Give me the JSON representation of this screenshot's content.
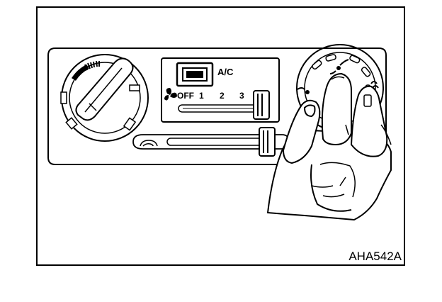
{
  "figure": {
    "ac_label": "A/C",
    "fan_off_label": "OFF",
    "fan_speeds": [
      "1",
      "2",
      "3"
    ],
    "figure_code": "AHA542A"
  }
}
